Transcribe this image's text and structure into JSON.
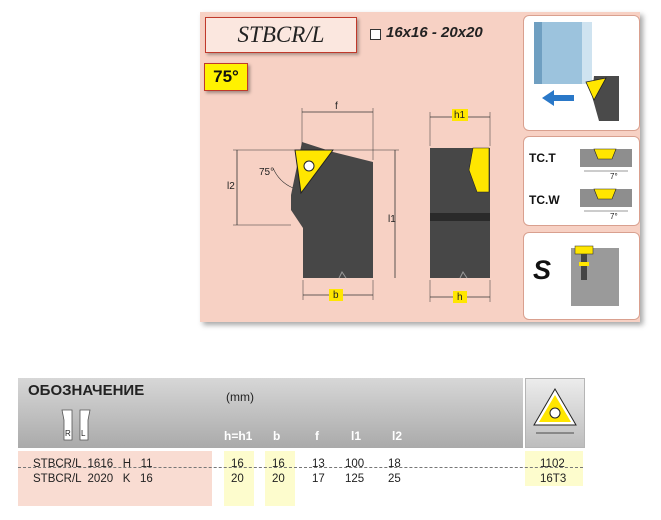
{
  "header": {
    "model": "STBCR/L",
    "sizes": "16x16 - 20x20",
    "approach_angle": "75°"
  },
  "drawing": {
    "dim_f": "f",
    "dim_l2": "l2",
    "dim_angle": "75°",
    "dim_l1": "l1",
    "dim_b": "b",
    "dim_h1": "h1",
    "dim_h": "h"
  },
  "side_panels": {
    "tc_t": "TC.T",
    "tc_w": "TC.W",
    "seat_angle": "7°",
    "shim_type": "S"
  },
  "table": {
    "title": "ОБОЗНАЧЕНИЕ",
    "units": "(mm)",
    "rl_right": "R",
    "rl_left": "L",
    "columns": [
      "h=h1",
      "b",
      "f",
      "l1",
      "l2"
    ],
    "rows": [
      {
        "designation": "STBCR/L  1616   H   11",
        "h": "16",
        "b": "16",
        "f": "13",
        "l1": "100",
        "l2": "18",
        "insert": "1102"
      },
      {
        "designation": "STBCR/L  2020   K   16",
        "h": "20",
        "b": "20",
        "f": "17",
        "l1": "125",
        "l2": "25",
        "insert": "16T3"
      }
    ]
  },
  "colors": {
    "panel": "#f7d1c4",
    "insert_yellow": "#ffe600",
    "shank_gray": "#4a4a4a",
    "accent_red": "#c0392b"
  }
}
